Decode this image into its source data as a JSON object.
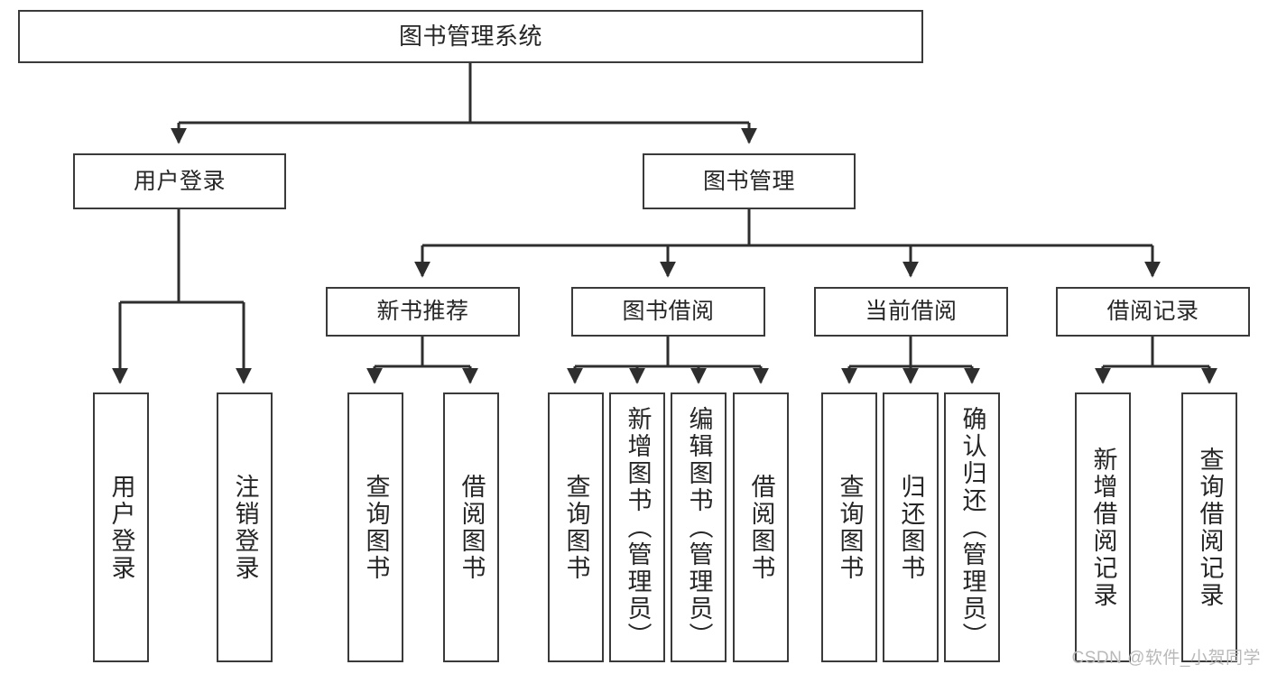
{
  "diagram": {
    "title": "图书管理系统",
    "stroke_color": "#3a3a3a",
    "text_color": "#262626",
    "background": "#ffffff"
  },
  "root": {
    "label": "图书管理系统"
  },
  "level2": [
    {
      "label": "用户登录"
    },
    {
      "label": "图书管理"
    }
  ],
  "level3": [
    {
      "label": "新书推荐"
    },
    {
      "label": "图书借阅"
    },
    {
      "label": "当前借阅"
    },
    {
      "label": "借阅记录"
    }
  ],
  "leaves": {
    "user_login": [
      {
        "label": "用户登录"
      },
      {
        "label": "注销登录"
      }
    ],
    "new_book": [
      {
        "label": "查询图书"
      },
      {
        "label": "借阅图书"
      }
    ],
    "borrow_book": [
      {
        "label": "查询图书"
      },
      {
        "label": "新增图书（管理员）"
      },
      {
        "label": "编辑图书（管理员）"
      },
      {
        "label": "借阅图书"
      }
    ],
    "current_borrow": [
      {
        "label": "查询图书"
      },
      {
        "label": "归还图书"
      },
      {
        "label": "确认归还（管理员）"
      }
    ],
    "borrow_record": [
      {
        "label": "新增借阅记录"
      },
      {
        "label": "查询借阅记录"
      }
    ]
  },
  "watermark": {
    "text": "CSDN @软件_小贺同学"
  }
}
